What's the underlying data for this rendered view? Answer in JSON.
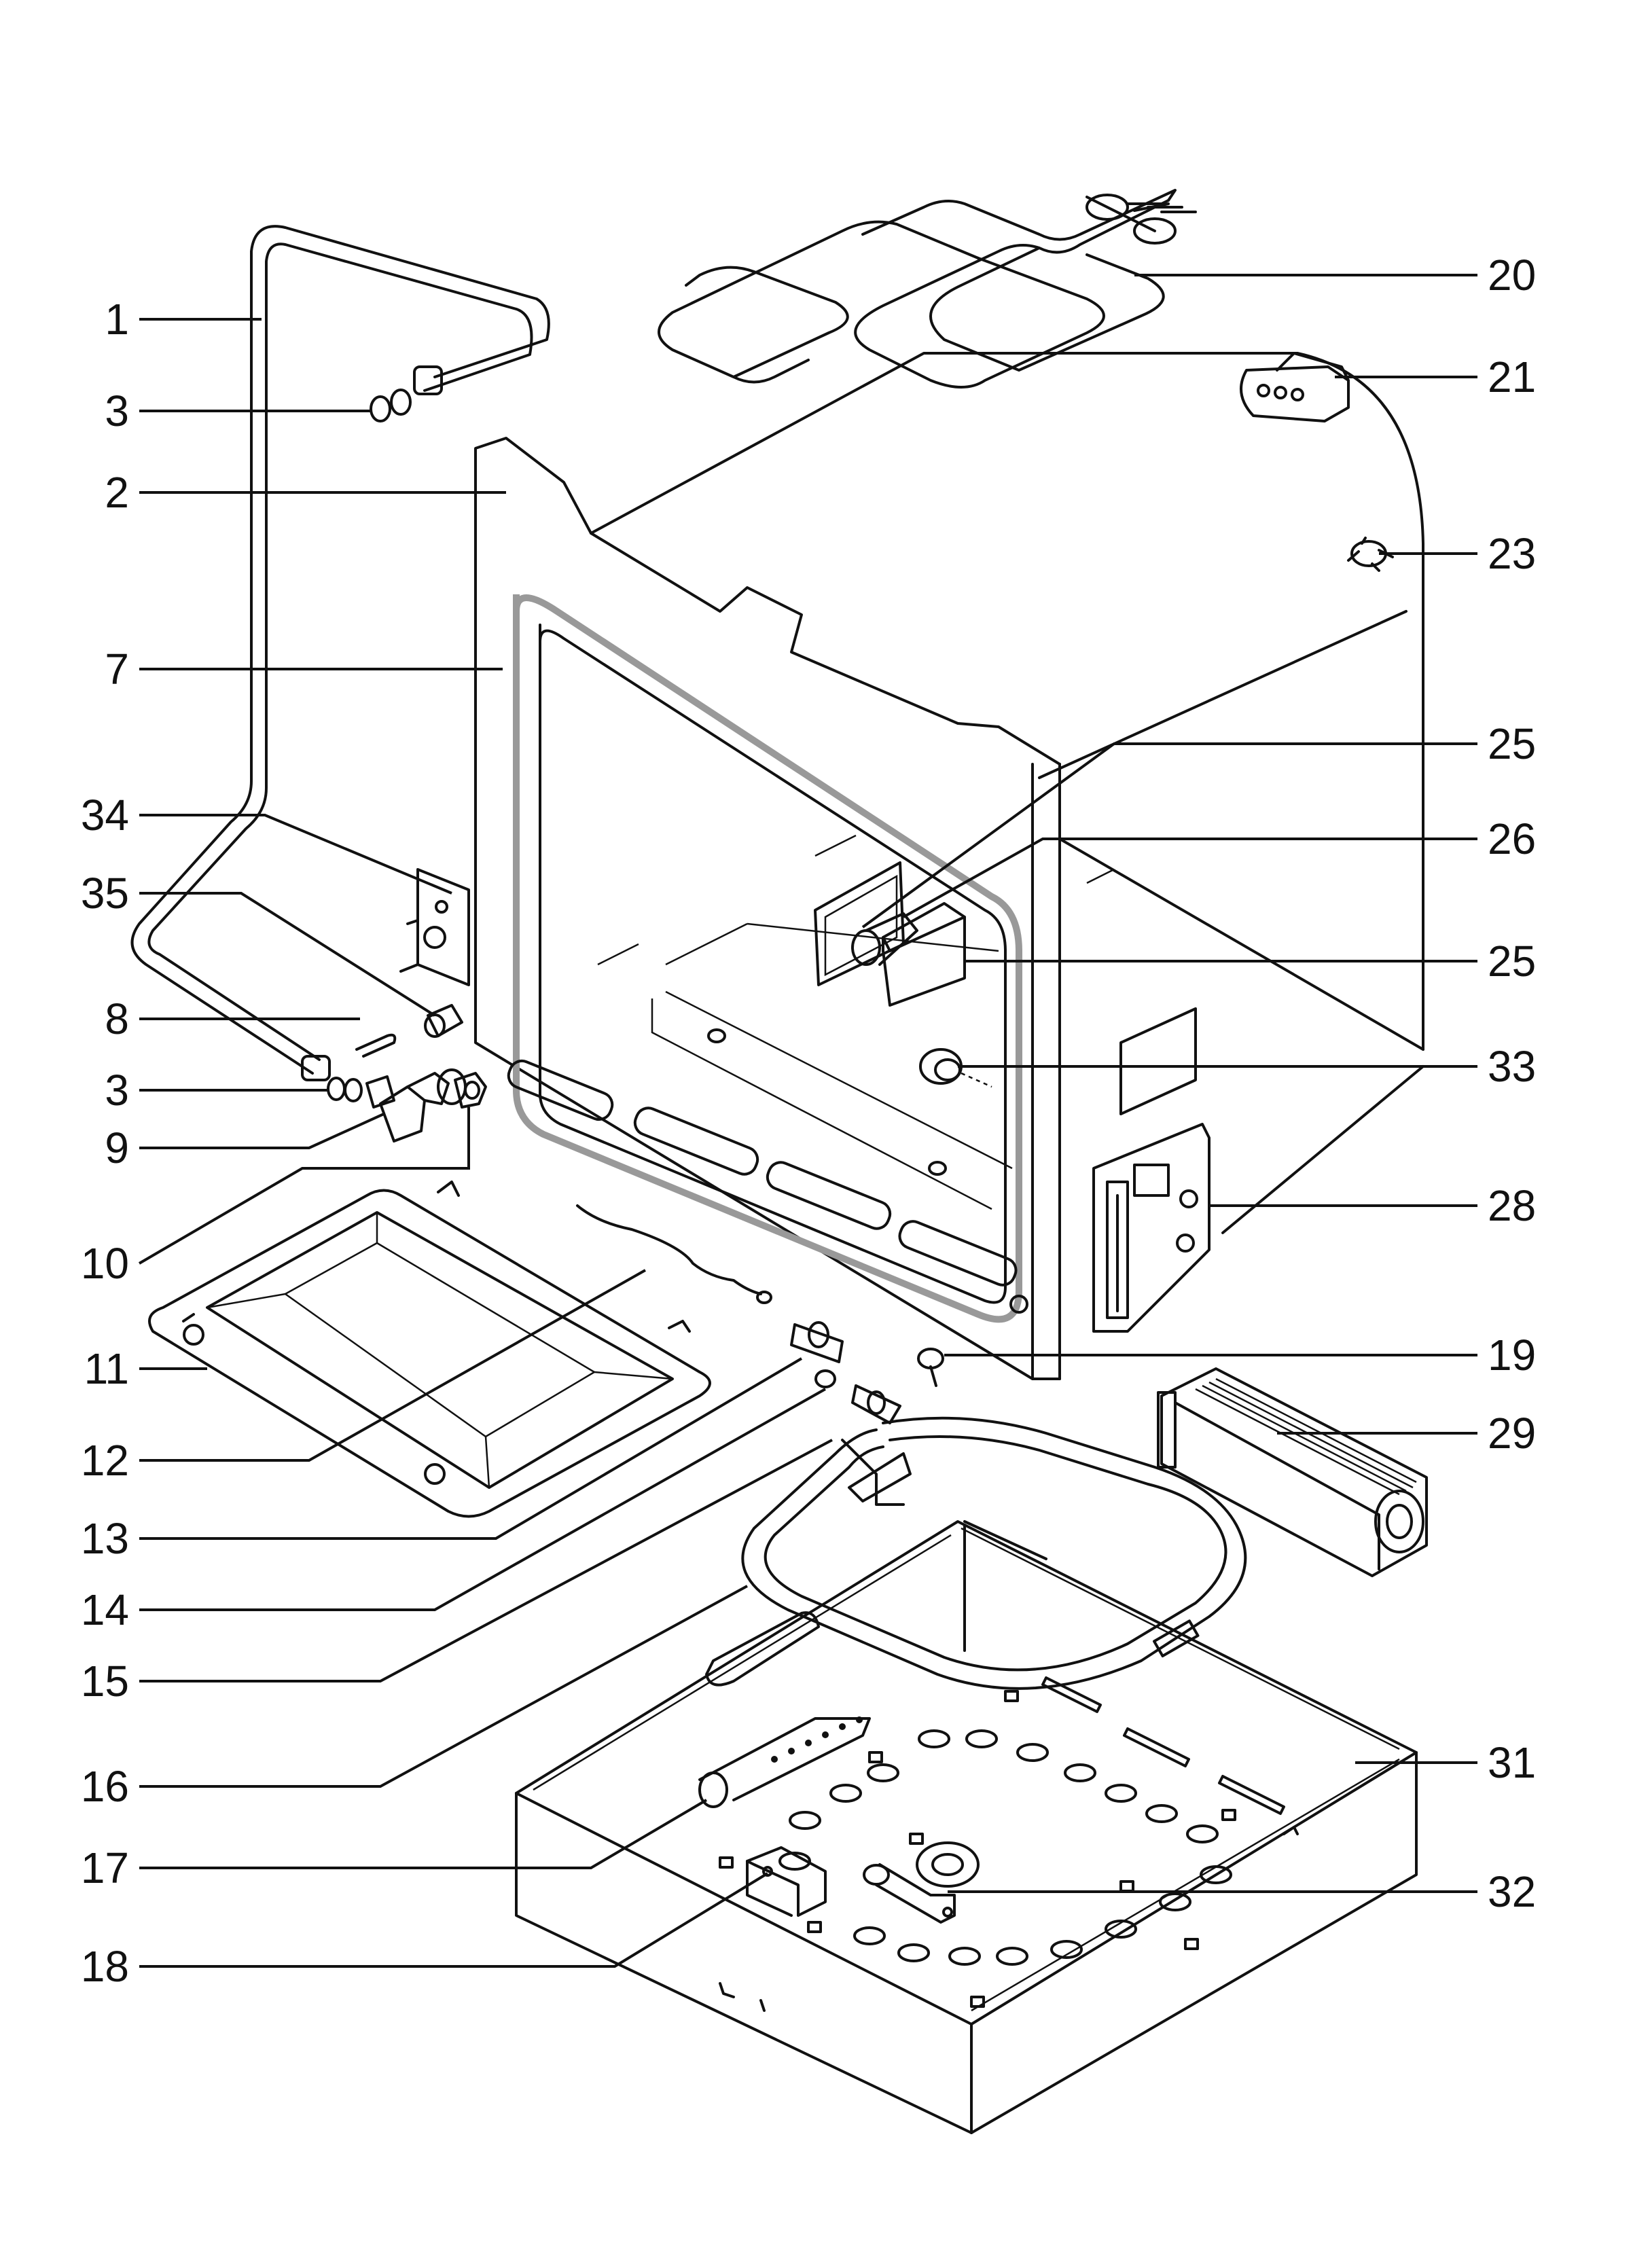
{
  "callouts": {
    "c1": "1",
    "c3a": "3",
    "c2": "2",
    "c7": "7",
    "c34": "34",
    "c35": "35",
    "c8": "8",
    "c3b": "3",
    "c9": "9",
    "c10": "10",
    "c11": "11",
    "c12": "12",
    "c13": "13",
    "c14": "14",
    "c15": "15",
    "c16": "16",
    "c17": "17",
    "c18": "18",
    "c20": "20",
    "c21": "21",
    "c23": "23",
    "c25a": "25",
    "c26": "26",
    "c25b": "25",
    "c33": "33",
    "c28": "28",
    "c19": "19",
    "c29": "29",
    "c31": "31",
    "c32": "32"
  }
}
